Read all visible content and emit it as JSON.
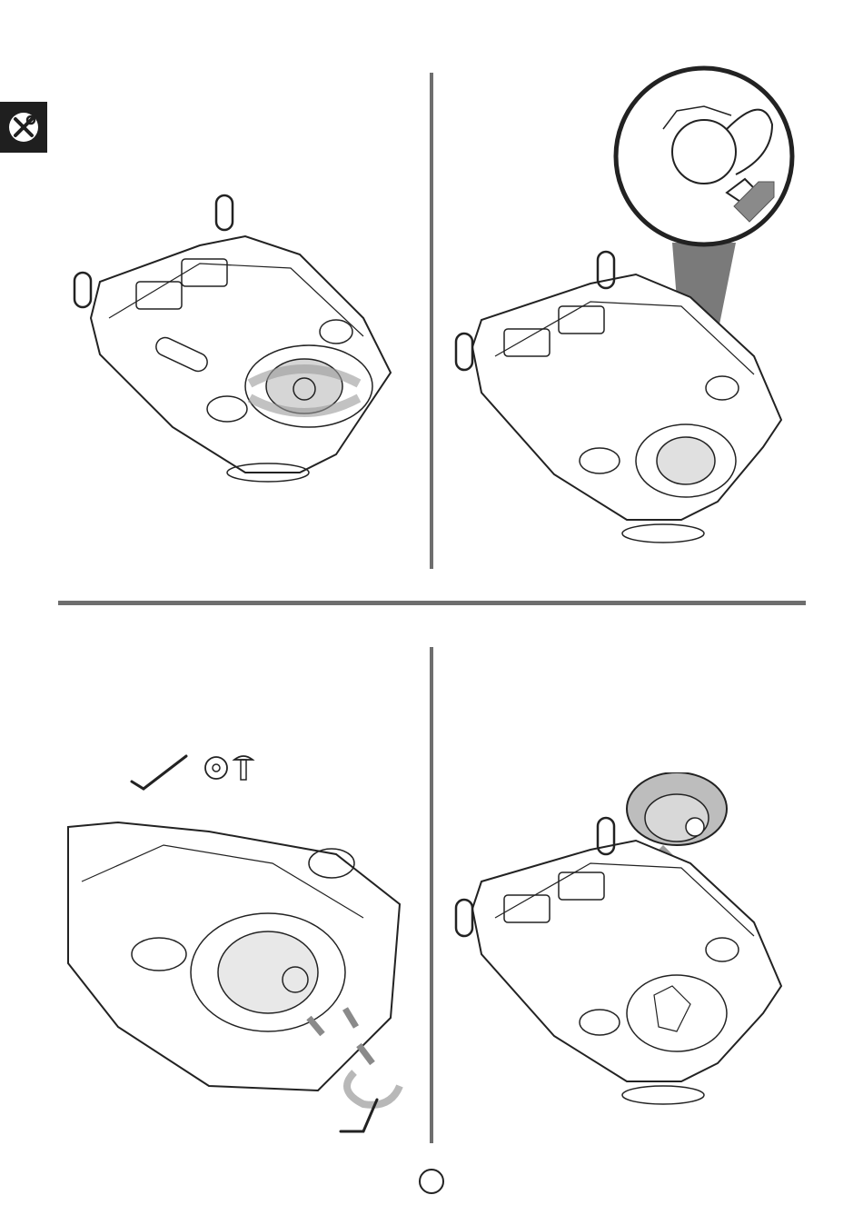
{
  "page": {
    "section_icon": "tools-icon",
    "page_number": ""
  },
  "colors": {
    "ink": "#222222",
    "divider": "#6e6e6e",
    "tab": "#1f1f1f",
    "arrow_gray": "#8a8a8a"
  },
  "steps": [
    {
      "id": "step-1",
      "icon": "rotate-arrow-icon"
    },
    {
      "id": "step-2",
      "icon": "magnifier-callout-icon"
    },
    {
      "id": "step-3",
      "icon": "allen-key-icon",
      "parts": [
        "allen-key-icon",
        "washer-icon",
        "screw-icon"
      ]
    },
    {
      "id": "step-4",
      "icon": "lift-up-arrow-icon"
    }
  ]
}
